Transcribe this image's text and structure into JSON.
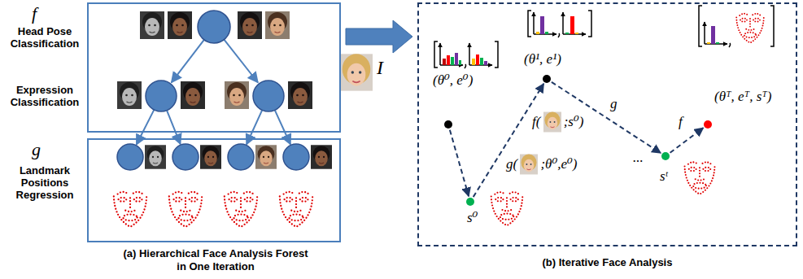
{
  "diagram": {
    "nodes": [
      {
        "text": [
          "f",
          "Head Pose Classification",
          "Expression Classification"
        ]
      },
      {
        "text": [
          "g",
          "Landmark Positions Regression",
          "(a) Hierarchical Face Analysis Forest in One Iteration"
        ]
      },
      {
        "text": [
          "(b) Iterative Face Analysis"
        ]
      },
      {
        "text": [
          "(θ⁰, e⁰)"
        ],
        "in": 2
      },
      {
        "text": [
          "s⁰"
        ],
        "in": 2
      },
      {
        "text": [
          "(θ¹, e¹)"
        ],
        "in": 2
      },
      {
        "text": [
          "sᵗ"
        ],
        "in": 2
      },
      {
        "text": [
          "(θᵀ, eᵀ, sᵀ)"
        ],
        "in": 2
      }
    ],
    "edges": [
      {
        "from": 0,
        "to": 2,
        "arrow": "to",
        "label": "I"
      },
      {
        "from": 3,
        "to": 4,
        "arrow": "to",
        "label": "g( ;θ⁰,e⁰)"
      },
      {
        "from": 4,
        "to": 5,
        "arrow": "to",
        "label": "f( ;s⁰)"
      },
      {
        "from": 5,
        "to": 6,
        "arrow": "to",
        "label": "g"
      },
      {
        "from": 6,
        "to": 7,
        "arrow": "to",
        "label": "f"
      }
    ],
    "labels": [
      "..."
    ]
  }
}
